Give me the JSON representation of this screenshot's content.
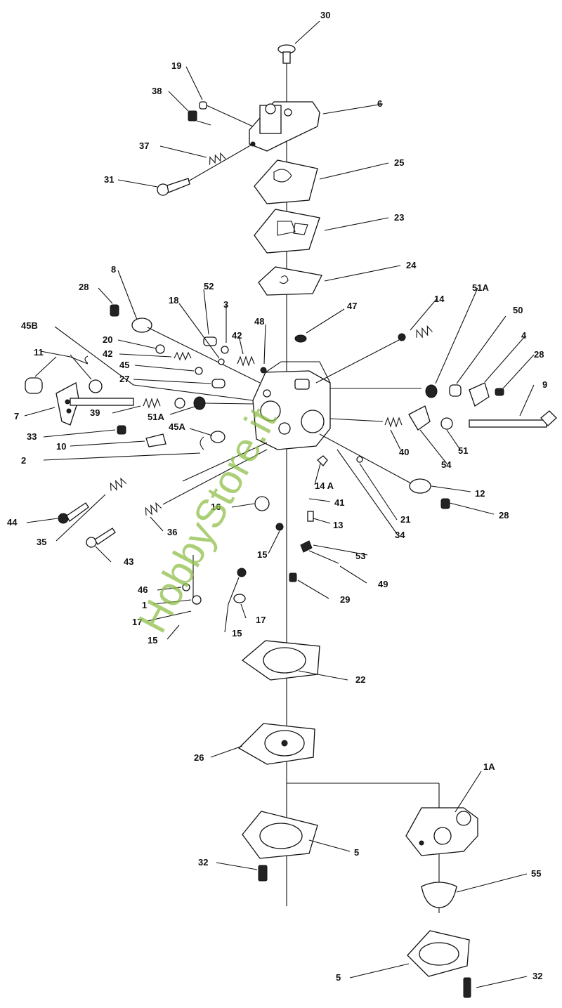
{
  "watermark": "HobbyStore.it",
  "callouts": {
    "c30": "30",
    "c19": "19",
    "c38": "38",
    "c6": "6",
    "c37": "37",
    "c31": "31",
    "c25": "25",
    "c23": "23",
    "c24": "24",
    "c8": "8",
    "c28a": "28",
    "c18": "18",
    "c52": "52",
    "c3": "3",
    "c48": "48",
    "c42a": "42",
    "c47": "47",
    "c14a": "14",
    "c51Aa": "51A",
    "c50": "50",
    "c4": "4",
    "c28b": "28",
    "c9": "9",
    "c45B": "45B",
    "c20": "20",
    "c42b": "42",
    "c45": "45",
    "c27": "27",
    "c11": "11",
    "c7": "7",
    "c39": "39",
    "c51Ab": "51A",
    "c33": "33",
    "c45A": "45A",
    "c10": "10",
    "c2": "2",
    "c40": "40",
    "c51": "51",
    "c54": "54",
    "c14A": "14 A",
    "c12": "12",
    "c28c": "28",
    "c21": "21",
    "c34": "34",
    "c16": "16",
    "c41": "41",
    "c13": "13",
    "c44": "44",
    "c35": "35",
    "c36": "36",
    "c43": "43",
    "c15a": "15",
    "c53": "53",
    "c49": "49",
    "c29": "29",
    "c46": "46",
    "c1": "1",
    "c17a": "17",
    "c17b": "17",
    "c15b": "15",
    "c15c": "15",
    "c22": "22",
    "c26": "26",
    "c1A": "1A",
    "c5a": "5",
    "c32a": "32",
    "c55": "55",
    "c5b": "5",
    "c32b": "32"
  }
}
